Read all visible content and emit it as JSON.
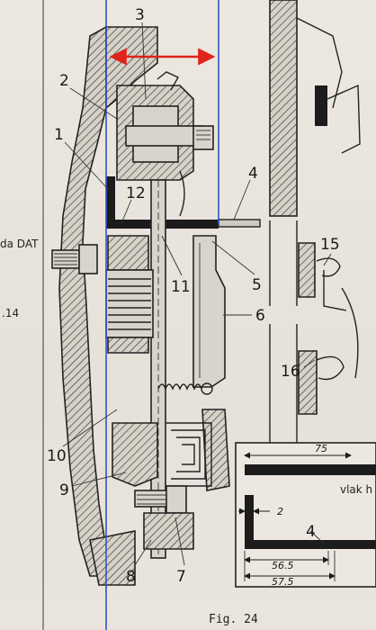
{
  "callouts": [
    "3",
    "2",
    "1",
    "12",
    "4",
    "11",
    "5",
    "6",
    "15",
    "16",
    "10",
    "9",
    "8",
    "7"
  ],
  "side_text": {
    "da_dat": "da DAT",
    "ref": ".14"
  },
  "inset": {
    "dim_75": "75",
    "dim_2": "2",
    "dim_56_5": "56.5",
    "dim_57_5": "57.5",
    "part_label": "4",
    "note": "vlak h"
  },
  "caption": "Fig. 24",
  "colors": {
    "guide_lines": "#2d55c8",
    "measure_arrow": "#e0241b",
    "ink": "#1c1c1c"
  }
}
